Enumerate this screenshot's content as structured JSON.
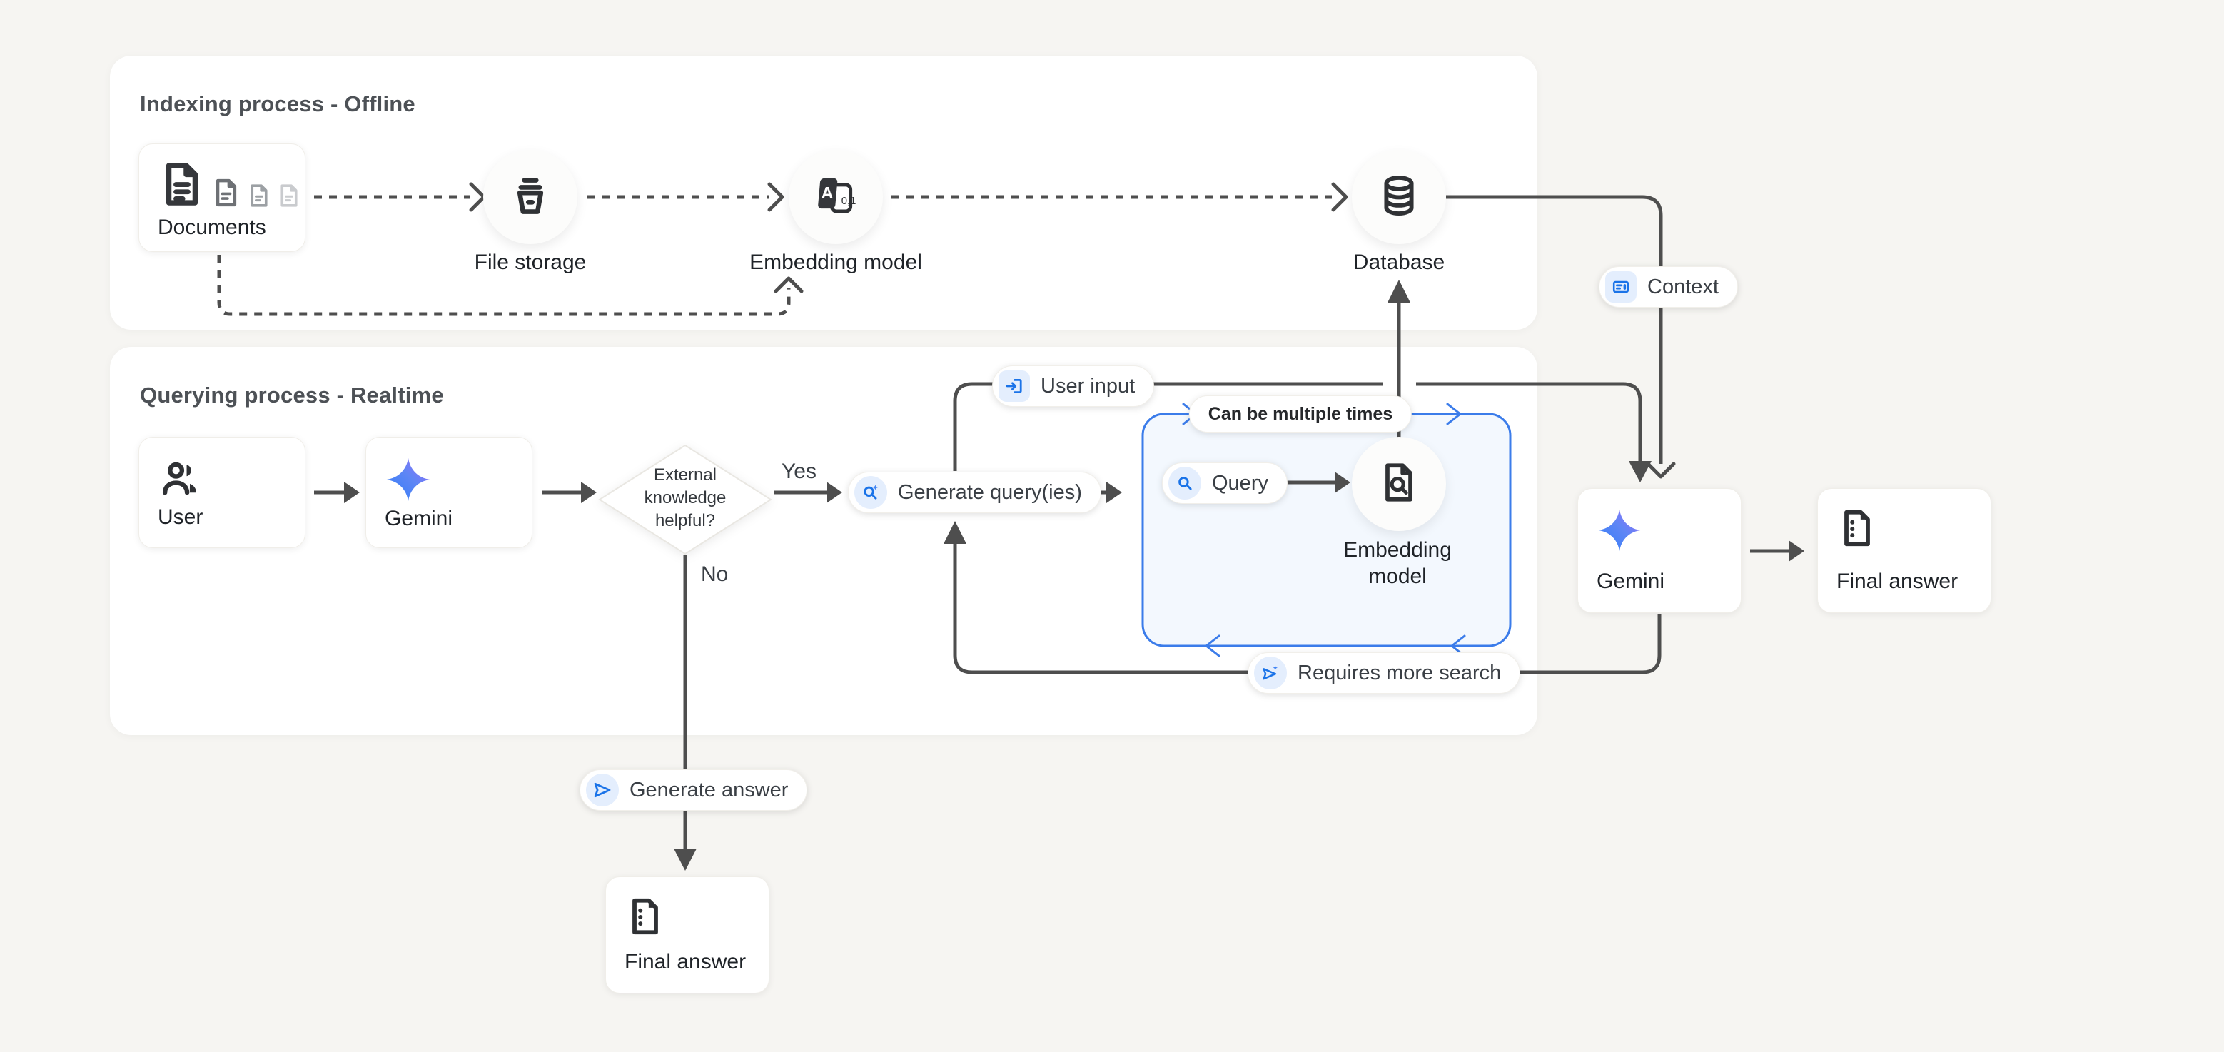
{
  "meta": {
    "description": "RAG architecture diagram with Gemini",
    "colors": {
      "background": "#F6F5F2",
      "panel": "#FFFFFF",
      "wire_dark": "#4E4E4E",
      "blue_border": "#3B7CEA",
      "blue_icon": "#1A73E8",
      "icon_chip_bg": "#E4EEFD",
      "gemini_gradient_start": "#2E7DF7",
      "gemini_gradient_end": "#A06AF9",
      "loop_box_fill": "#F3F8FE",
      "text_dark": "#1F2328",
      "title_gray": "#4D5156"
    }
  },
  "indexing": {
    "title": "Indexing process - Offline",
    "documents": "Documents",
    "file_storage": "File storage",
    "embedding_model": "Embedding model",
    "database": "Database"
  },
  "querying": {
    "title": "Querying process - Realtime",
    "user": "User",
    "gemini": "Gemini",
    "decision_line1": "External",
    "decision_line2": "knowledge",
    "decision_line3": "helpful?",
    "yes": "Yes",
    "no": "No",
    "generate_queries": "Generate query(ies)",
    "query": "Query",
    "embedding_line1": "Embedding",
    "embedding_line2": "model",
    "loop_note": "Can be multiple times",
    "user_input": "User input",
    "context": "Context",
    "requires_more_search": "Requires more search",
    "generate_answer": "Generate answer",
    "final_answer_offline": "Final answer",
    "gemini_final": "Gemini",
    "final_answer_main": "Final answer"
  }
}
